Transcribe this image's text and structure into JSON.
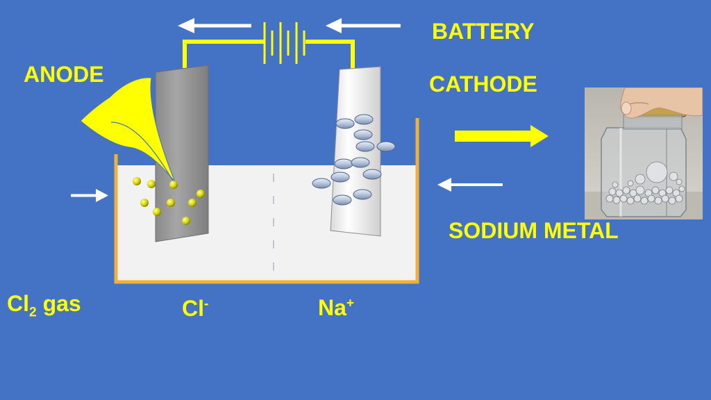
{
  "labels": {
    "battery": "BATTERY",
    "anode": "ANODE",
    "cathode": "CATHODE",
    "sodium_metal": "SODIUM METAL",
    "cl2_gas_main": "Cl",
    "cl2_gas_sub": "2",
    "cl2_gas_rest": " gas",
    "chloride_main": "Cl",
    "chloride_sup": "-",
    "sodium_ion_main": "Na",
    "sodium_ion_sup": "+"
  },
  "colors": {
    "background": "#4472c4",
    "label": "#ffff00",
    "wire": "#ffff00",
    "tank": "#f2b134",
    "electrolyte": "#f2f2f2",
    "anode_electrode": "#9a9a9a",
    "cathode_electrode": "#f4f4f4",
    "chlorine_bubble": "#d6d600",
    "sodium_bubble": "#c7d3e6",
    "arrow_white": "#ffffff",
    "arrow_yellow": "#ffff00"
  },
  "photo": {
    "subject": "glass jar holding sodium metal beads"
  }
}
